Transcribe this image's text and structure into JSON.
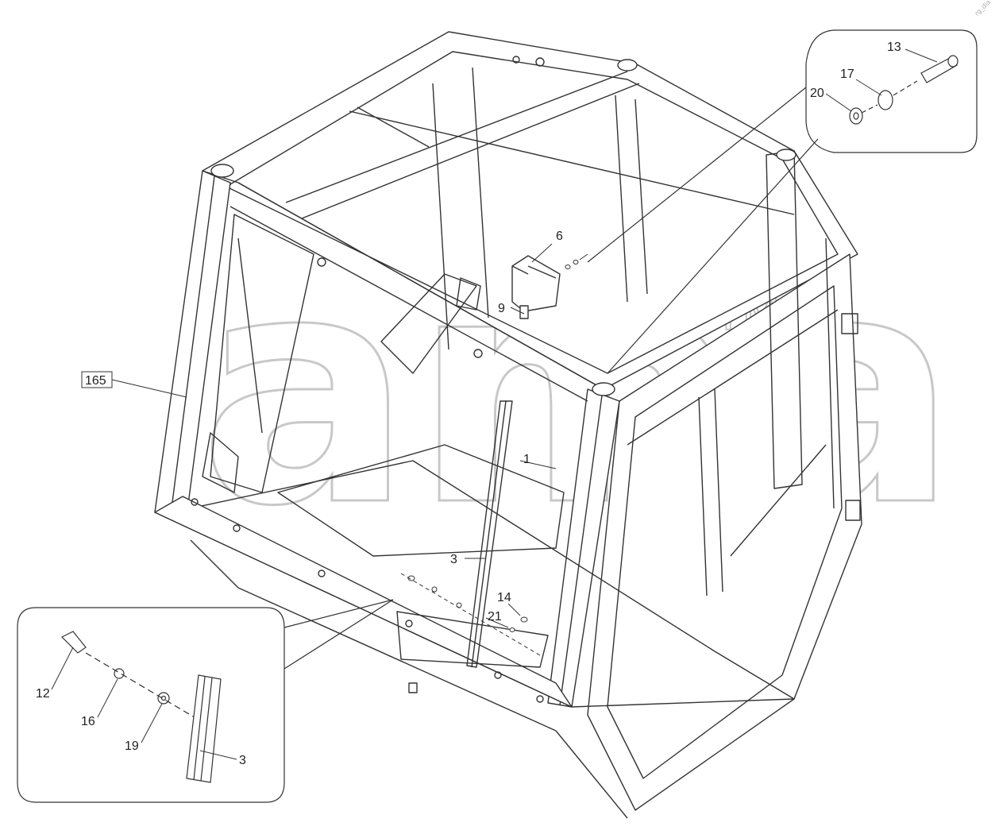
{
  "watermark": {
    "text": "ama",
    "trademark": "TM"
  },
  "drawing_code": "rg_dia",
  "callouts": {
    "c165": "165",
    "c1": "1",
    "c3": "3",
    "c6": "6",
    "c9": "9",
    "c13": "13",
    "c14": "14",
    "c17": "17",
    "c20": "20",
    "c21": "21",
    "c12": "12",
    "c16": "16",
    "c19": "19",
    "c3b": "3"
  }
}
